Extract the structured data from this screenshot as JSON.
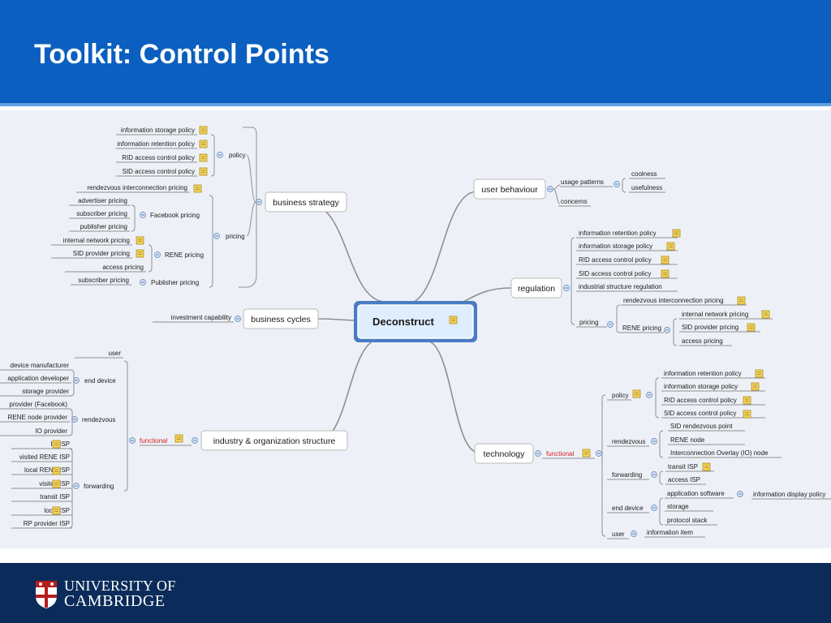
{
  "slide": {
    "title": "Toolkit: Control Points"
  },
  "footer": {
    "university_line1": "UNIVERSITY OF",
    "university_line2": "CAMBRIDGE"
  },
  "mindmap": {
    "root": "Deconstruct",
    "business_strategy": {
      "label": "business strategy",
      "policy": {
        "label": "policy",
        "items": [
          "information storage policy",
          "information retention policy",
          "RID access control policy",
          "SID access control policy"
        ]
      },
      "rendezvous_interconnection_pricing": "rendezvous interconnection pricing",
      "pricing": {
        "label": "pricing",
        "facebook_pricing": {
          "label": "Facebook pricing",
          "items": [
            "advertiser pricing",
            "subscriber pricing",
            "publisher pricing"
          ]
        },
        "rene_pricing": {
          "label": "RENE pricing",
          "items": [
            "internal network pricing",
            "SID provider pricing",
            "access pricing"
          ]
        },
        "publisher_pricing": {
          "label": "Publisher pricing",
          "items": [
            "subscriber pricing"
          ]
        }
      }
    },
    "business_cycles": {
      "label": "business cycles",
      "items": [
        "investment capability"
      ]
    },
    "industry_structure": {
      "label": "industry & organization structure",
      "functional": {
        "label": "functional",
        "user": "user",
        "end_device": {
          "label": "end device",
          "items": [
            "device manufacturer",
            "application developer",
            "storage provider"
          ]
        },
        "rendezvous": {
          "label": "rendezvous",
          "items": [
            "provider (Facebook)",
            "RENE node provider",
            "IO provider"
          ]
        },
        "forwarding": {
          "label": "forwarding",
          "items": [
            "IO ISP",
            "visited RENE ISP",
            "local RENE ISP",
            "visited ISP",
            "transit ISP",
            "local ISP",
            "RP provider ISP"
          ]
        }
      }
    },
    "user_behaviour": {
      "label": "user behaviour",
      "usage_patterns": {
        "label": "usage patterns",
        "items": [
          "coolness",
          "usefulness"
        ]
      },
      "concerns": "concerns"
    },
    "regulation": {
      "label": "regulation",
      "items": [
        "information retention policy",
        "information storage policy",
        "RID access control policy",
        "SID access control policy",
        "industrial structure regulation"
      ],
      "pricing": {
        "label": "pricing",
        "rendezvous_interconnection_pricing": "rendezvous interconnection pricing",
        "rene_pricing": {
          "label": "RENE pricing",
          "items": [
            "internal network pricing",
            "SID provider pricing",
            "access pricing"
          ]
        }
      }
    },
    "technology": {
      "label": "technology",
      "functional": {
        "label": "functional",
        "policy": {
          "label": "policy",
          "items": [
            "information retention policy",
            "information storage policy",
            "RID access control policy",
            "SID access control policy"
          ]
        },
        "rendezvous": {
          "label": "rendezvous",
          "items": [
            "SID rendezvous point",
            "RENE node",
            "Interconnection Overlay (IO) node"
          ]
        },
        "forwarding": {
          "label": "forwarding",
          "items": [
            "transit ISP",
            "access ISP"
          ]
        },
        "end_device": {
          "label": "end device",
          "application_software": "application software",
          "information_display_policy": "information display policy",
          "items": [
            "storage",
            "protocol stack"
          ]
        },
        "user": {
          "label": "user",
          "items": [
            "information item"
          ]
        }
      }
    }
  }
}
